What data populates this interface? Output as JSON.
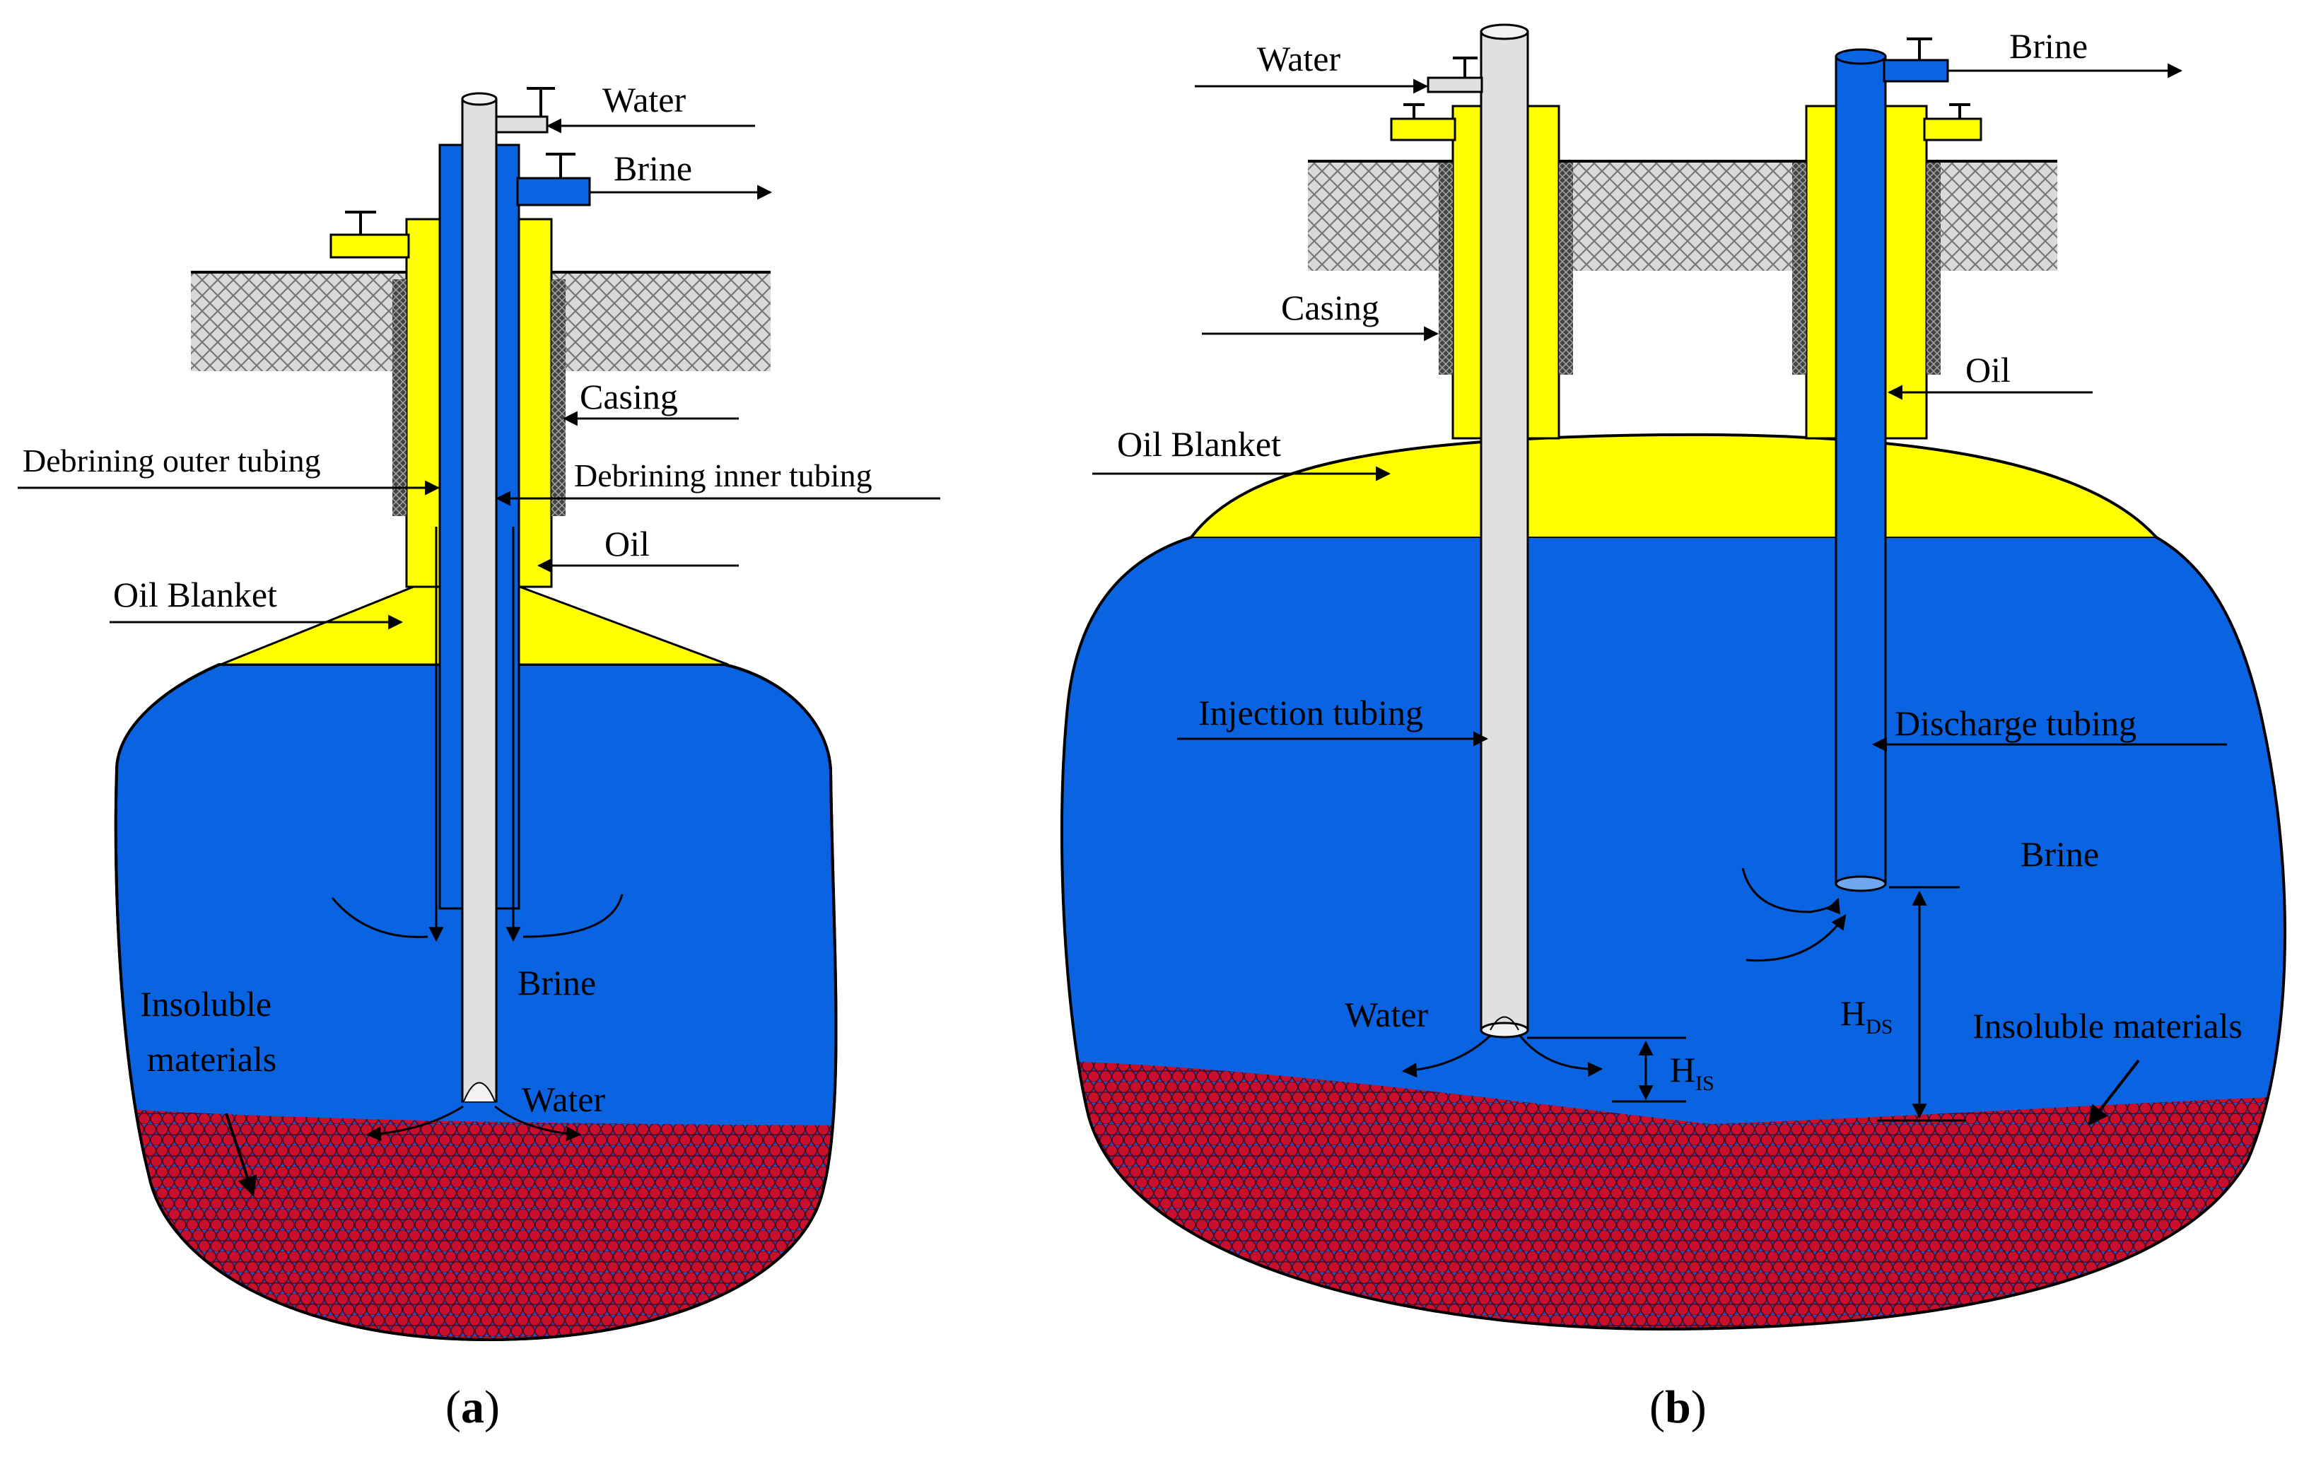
{
  "colors": {
    "brine": "#0a63e0",
    "oil": "#ffff00",
    "tube": "#e0e0e0",
    "particle": "#c8102e",
    "particle_edge": "#5a0010",
    "ground": "#d4d4d4",
    "outline": "#000000"
  },
  "panel_a": {
    "caption": {
      "open": "(",
      "letter": "a",
      "close": ")"
    },
    "labels": {
      "water_in": "Water",
      "brine_out": "Brine",
      "casing": "Casing",
      "outer_tubing": "Debrining outer tubing",
      "inner_tubing": "Debrining inner tubing",
      "oil": "Oil",
      "oil_blanket": "Oil Blanket",
      "brine": "Brine",
      "insoluble_line1": "Insoluble",
      "insoluble_line2": "materials",
      "water_bottom": "Water"
    }
  },
  "panel_b": {
    "caption": {
      "open": "(",
      "letter": "b",
      "close": ")"
    },
    "labels": {
      "water_in": "Water",
      "brine_out": "Brine",
      "casing": "Casing",
      "oil": "Oil",
      "oil_blanket": "Oil Blanket",
      "injection_tubing": "Injection tubing",
      "discharge_tubing": "Discharge tubing",
      "brine": "Brine",
      "water": "Water",
      "insoluble": "Insoluble materials",
      "h_is": {
        "main": "H",
        "sub": "IS"
      },
      "h_ds": {
        "main": "H",
        "sub": "DS"
      }
    }
  }
}
